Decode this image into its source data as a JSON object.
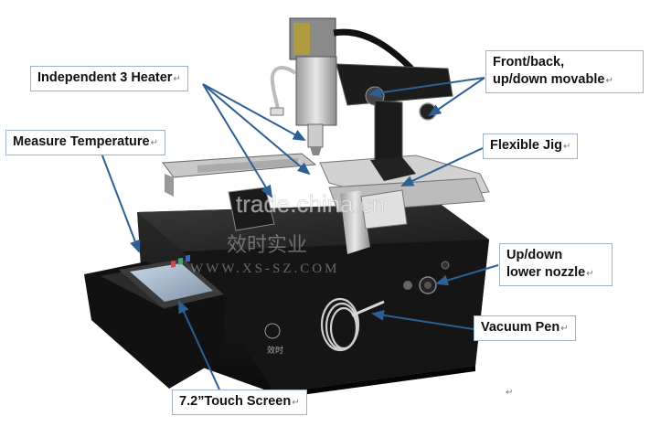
{
  "callouts": {
    "heater": "Independent 3 Heater",
    "measure_temp": "Measure Temperature",
    "front_back_line1": "Front/back,",
    "front_back_line2": "up/down movable",
    "flexible_jig": "Flexible Jig",
    "lower_nozzle_line1": "Up/down",
    "lower_nozzle_line2": "lower nozzle",
    "vacuum_pen": "Vacuum Pen",
    "touch_screen": "7.2”Touch Screen"
  },
  "return_mark": "↵",
  "watermark": {
    "site": "trade.china.cn",
    "url": "WWW.XS-SZ.COM",
    "chinese": "效时实业"
  },
  "device": {
    "logo_text": "效时"
  },
  "colors": {
    "arrow": "#2e5f94",
    "callout_border": "#9fb3c8",
    "machine_body": "#141414",
    "frame_silver": "#d9d9d9"
  }
}
